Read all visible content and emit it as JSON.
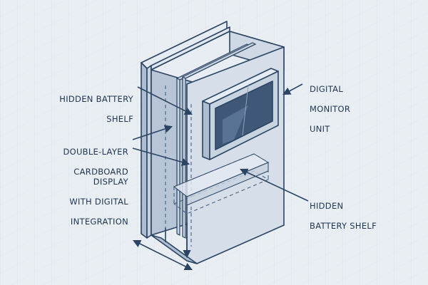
{
  "colors": {
    "background": "#e9eef3",
    "line": "#2b4463",
    "panel_front": "#d6dee9",
    "panel_side": "#aebdd0",
    "panel_top": "#e6ecf3",
    "screen": "#3f5878"
  },
  "labels": {
    "hidden_battery_shelf_top": [
      "HIDDEN BATTERY",
      "SHELF"
    ],
    "double_layer": [
      "DOUBLE-LAYER",
      "CARDBOARD DISPLAY",
      "WITH DIGITAL",
      "INTEGRATION"
    ],
    "digital_monitor": [
      "DIGITAL",
      "MONITOR",
      "UNIT"
    ],
    "hidden_battery_shelf_right": [
      "HIDDEN",
      "BATTERY SHELF"
    ]
  },
  "icons": [
    "arrow-icon",
    "double-arrow-icon"
  ]
}
